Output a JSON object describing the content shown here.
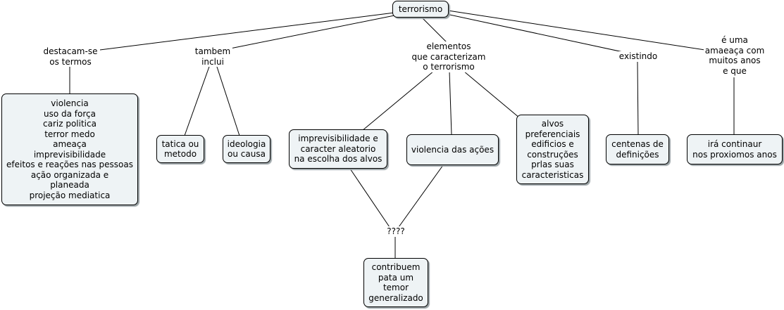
{
  "nodes": {
    "root": [
      "terrorismo"
    ],
    "termos": [
      "violencia",
      "uso da força",
      "cariz politica",
      "terror medo",
      "ameaça",
      "imprevisibilidade",
      "efeitos e reações nas pessoas",
      "ação organizada e",
      "planeada",
      "projeção mediatica"
    ],
    "tatica": [
      "tatica ou",
      "metodo"
    ],
    "ideologia": [
      "ideologia",
      "ou causa"
    ],
    "imprev": [
      "imprevisibilidade e",
      "caracter aleatorio",
      "na escolha dos alvos"
    ],
    "violencia_acoes": [
      "violencia das ações"
    ],
    "alvos": [
      "alvos",
      "preferenciais",
      "edificios e",
      "construções",
      "prlas suas",
      "caracteristicas"
    ],
    "definicoes": [
      "centenas de",
      "definições"
    ],
    "continuar": [
      "irá continaur",
      "nos proxiomos anos"
    ],
    "contribuem": [
      "contribuem",
      "pata um",
      "temor",
      "generalizado"
    ]
  },
  "links": {
    "destacam": [
      "destacam-se",
      "os termos"
    ],
    "tambem": [
      "tambem",
      "inclui"
    ],
    "elementos": [
      "elementos",
      "que caracterizam",
      "o terrorismo"
    ],
    "existindo": [
      "existindo"
    ],
    "ameaca": [
      "é uma",
      "amaeaça com",
      "muitos anos",
      "e que"
    ],
    "interrogacao": [
      "????"
    ]
  }
}
